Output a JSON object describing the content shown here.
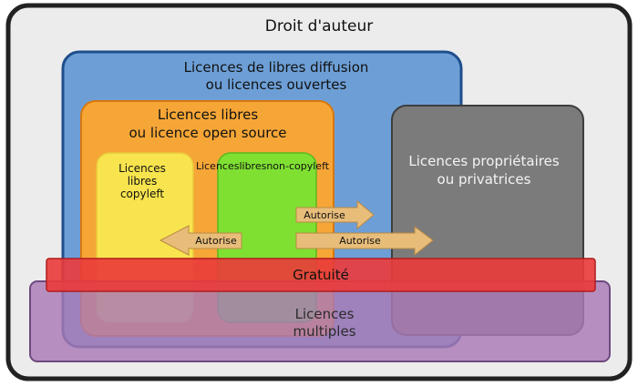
{
  "outer_title": "Droit d'auteur",
  "open_licences": {
    "line1": "Licences de libres diffusion",
    "line2": "ou licences ouvertes"
  },
  "free_licences": {
    "line1": "Licences libres",
    "line2": "ou licence open source"
  },
  "copyleft": {
    "line1": "Licences",
    "line2": "libres",
    "line3": "copyleft"
  },
  "non_copyleft": {
    "label": "Licenceslibresnon-copyleft"
  },
  "proprietary": {
    "line1": "Licences propriétaires",
    "line2": "ou privatrices"
  },
  "free_of_charge": {
    "label": "Gratuité"
  },
  "multiple": {
    "line1": "Licences",
    "line2": "multiples"
  },
  "arrows": {
    "left": "Autorise",
    "right_upper": "Autorise",
    "right_lower": "Autorise"
  },
  "colors": {
    "outer_bg": "#ececec",
    "outer_border": "#222222",
    "open_fill": "#6d9fd6",
    "open_border": "#1f4e8c",
    "free_fill": "#f6a637",
    "free_border": "#d8770e",
    "copyleft_fill": "#f8e44e",
    "non_copyleft_fill": "#7fe032",
    "proprietary_fill": "#7b7b7b",
    "gratuite_fill": "#ea3a3a",
    "multiple_fill": "#a97ab6",
    "arrow_fill": "#e8bd7a"
  }
}
